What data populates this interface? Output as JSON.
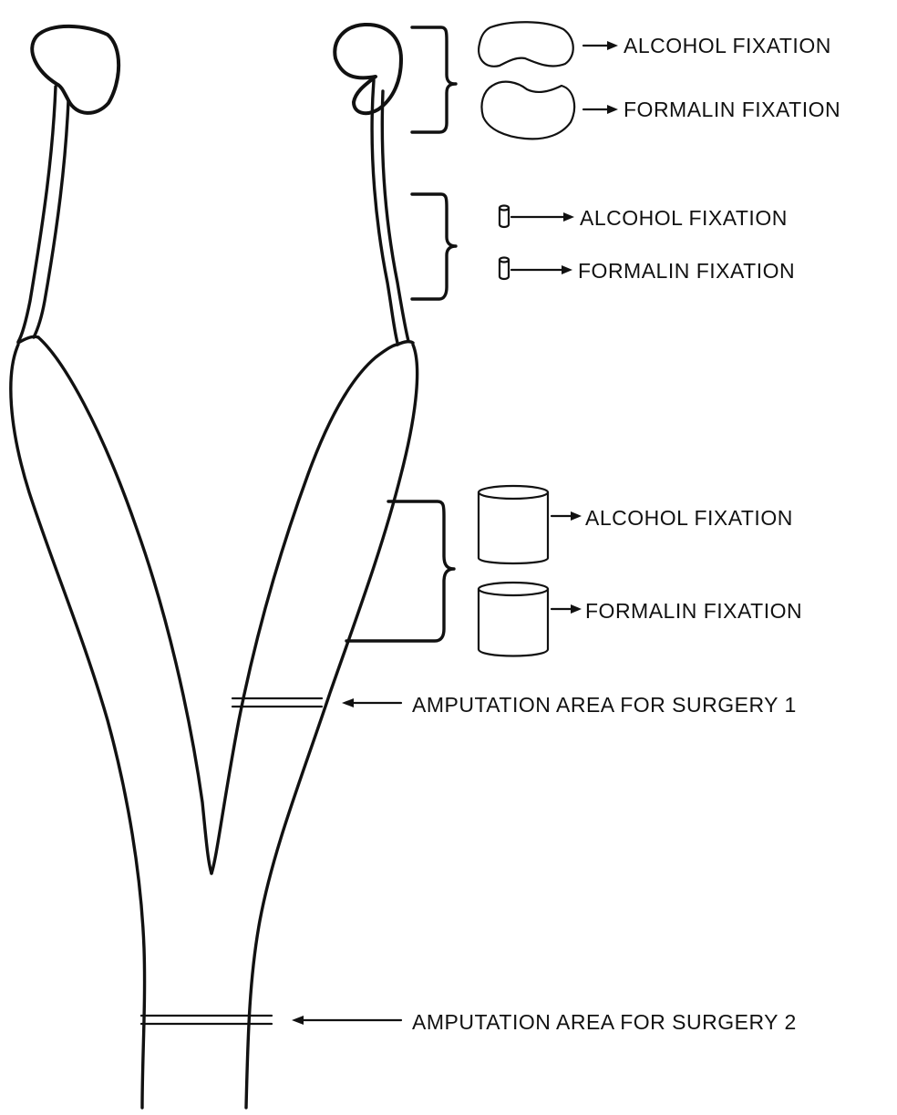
{
  "labels": {
    "kidney_alcohol": "ALCOHOL FIXATION",
    "kidney_formalin": "FORMALIN FIXATION",
    "ureter_alcohol": "ALCOHOL FIXATION",
    "ureter_formalin": "FORMALIN FIXATION",
    "horn_alcohol": "ALCOHOL FIXATION",
    "horn_formalin": "FORMALIN FIXATION",
    "amputation_1": "AMPUTATION AREA FOR SURGERY 1",
    "amputation_2": "AMPUTATION AREA FOR SURGERY 2"
  },
  "colors": {
    "ink": "#111111",
    "paper": "#ffffff"
  }
}
